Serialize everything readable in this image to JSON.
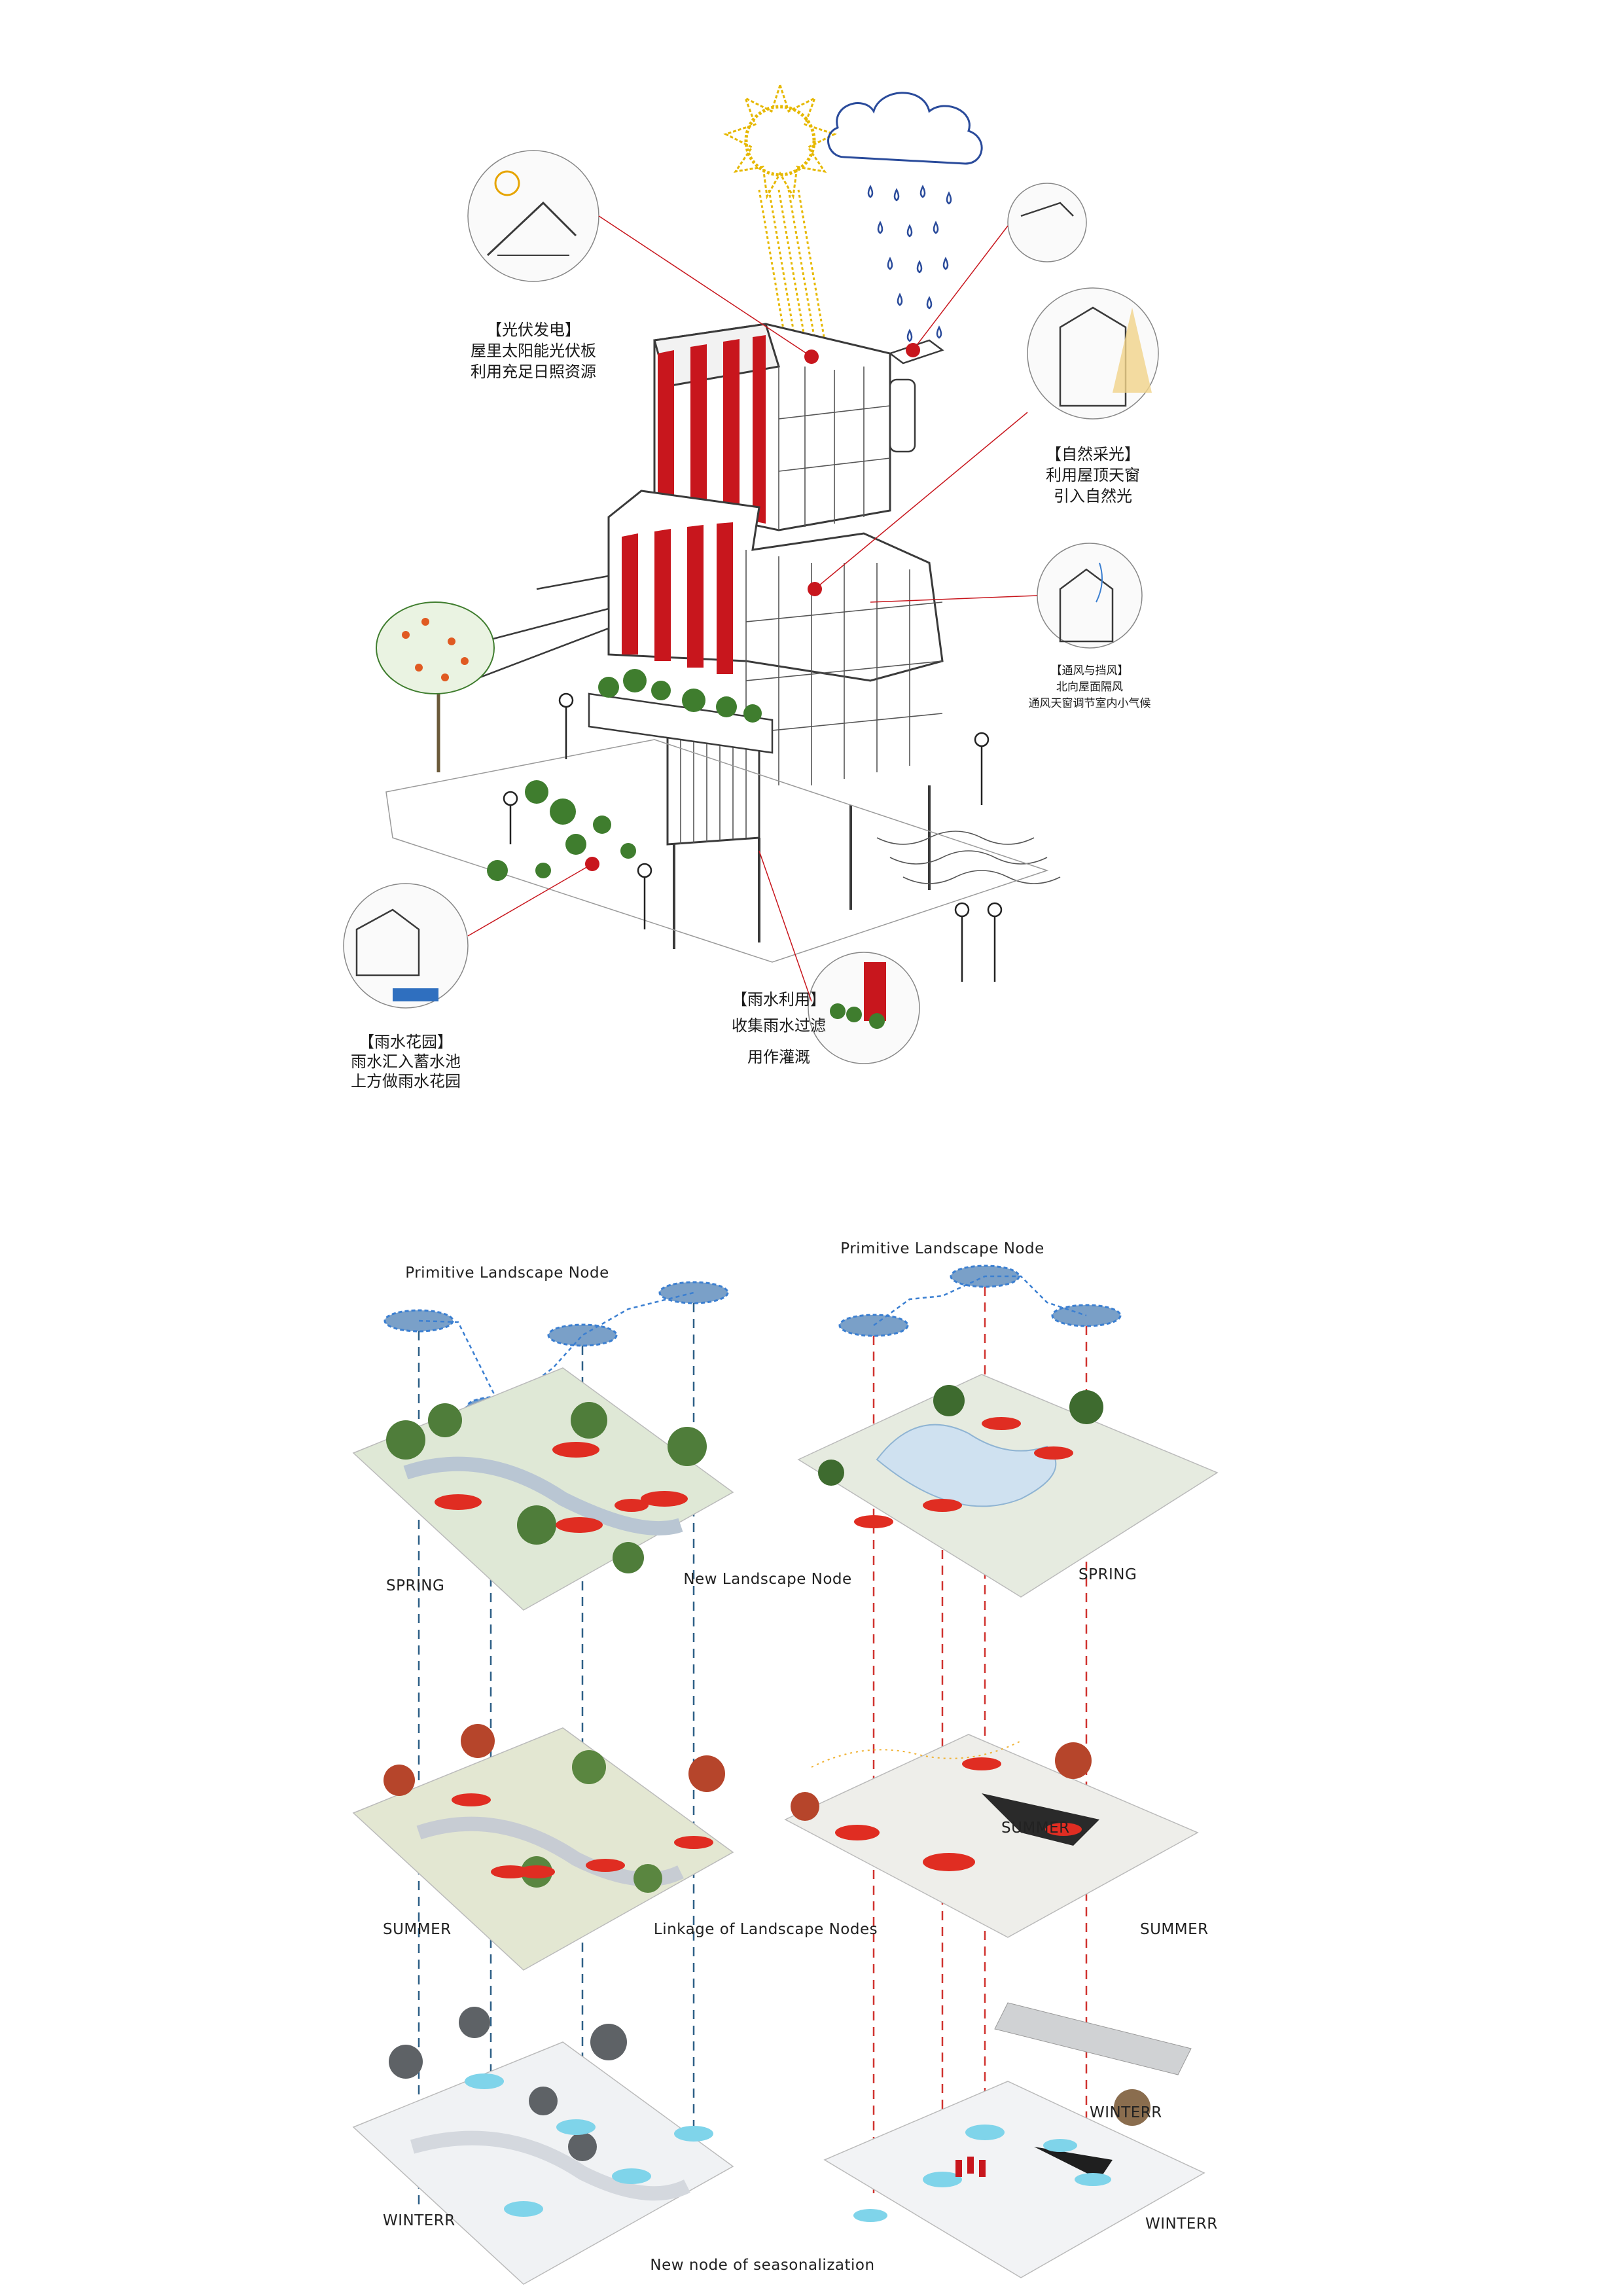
{
  "colors": {
    "accent_red": "#c8161d",
    "node_blue": "#7aa0c8",
    "node_blue_stroke": "#3b7fd1",
    "winter_node": "#7fd4ea",
    "sun": "#e6b800",
    "cloud": "#2a4b9b",
    "green": "#3f7d2e"
  },
  "axonometric": {
    "annotations": [
      {
        "title": "【光伏发电】",
        "lines": [
          "屋里太阳能光伏板",
          "利用充足日照资源"
        ],
        "icon": "solar-panel-icon"
      },
      {
        "title": "【自然采光】",
        "lines": [
          "利用屋顶天窗",
          "引入自然光"
        ],
        "icon": "skylight-icon"
      },
      {
        "title": "【通风与挡风】",
        "lines": [
          "北向屋面隔风",
          "通风天窗调节室内小气候"
        ],
        "icon": "ventilation-icon"
      },
      {
        "title": "【雨水花园】",
        "lines": [
          "雨水汇入蓄水池",
          "上方做雨水花园"
        ],
        "icon": "rain-garden-icon"
      },
      {
        "title": "【雨水利用】",
        "lines": [
          "收集雨水过滤",
          "用作灌溉"
        ],
        "icon": "rain-collection-icon"
      }
    ]
  },
  "seasonal": {
    "labels": {
      "primitive_node": "Primitive Landscape Node",
      "new_node": "New Landscape Node",
      "linkage": "Linkage of Landscape Nodes",
      "seasonalization": "New node of seasonalization"
    },
    "left_column": {
      "spring": "SPRING",
      "summer": "SUMMER",
      "winter": "WINTERR"
    },
    "right_column": {
      "spring": "SPRING",
      "summer": "SUMMER",
      "summer_inner": "SUMMER",
      "winter": "WINTERR",
      "winter_inner": "WINTERR"
    }
  }
}
